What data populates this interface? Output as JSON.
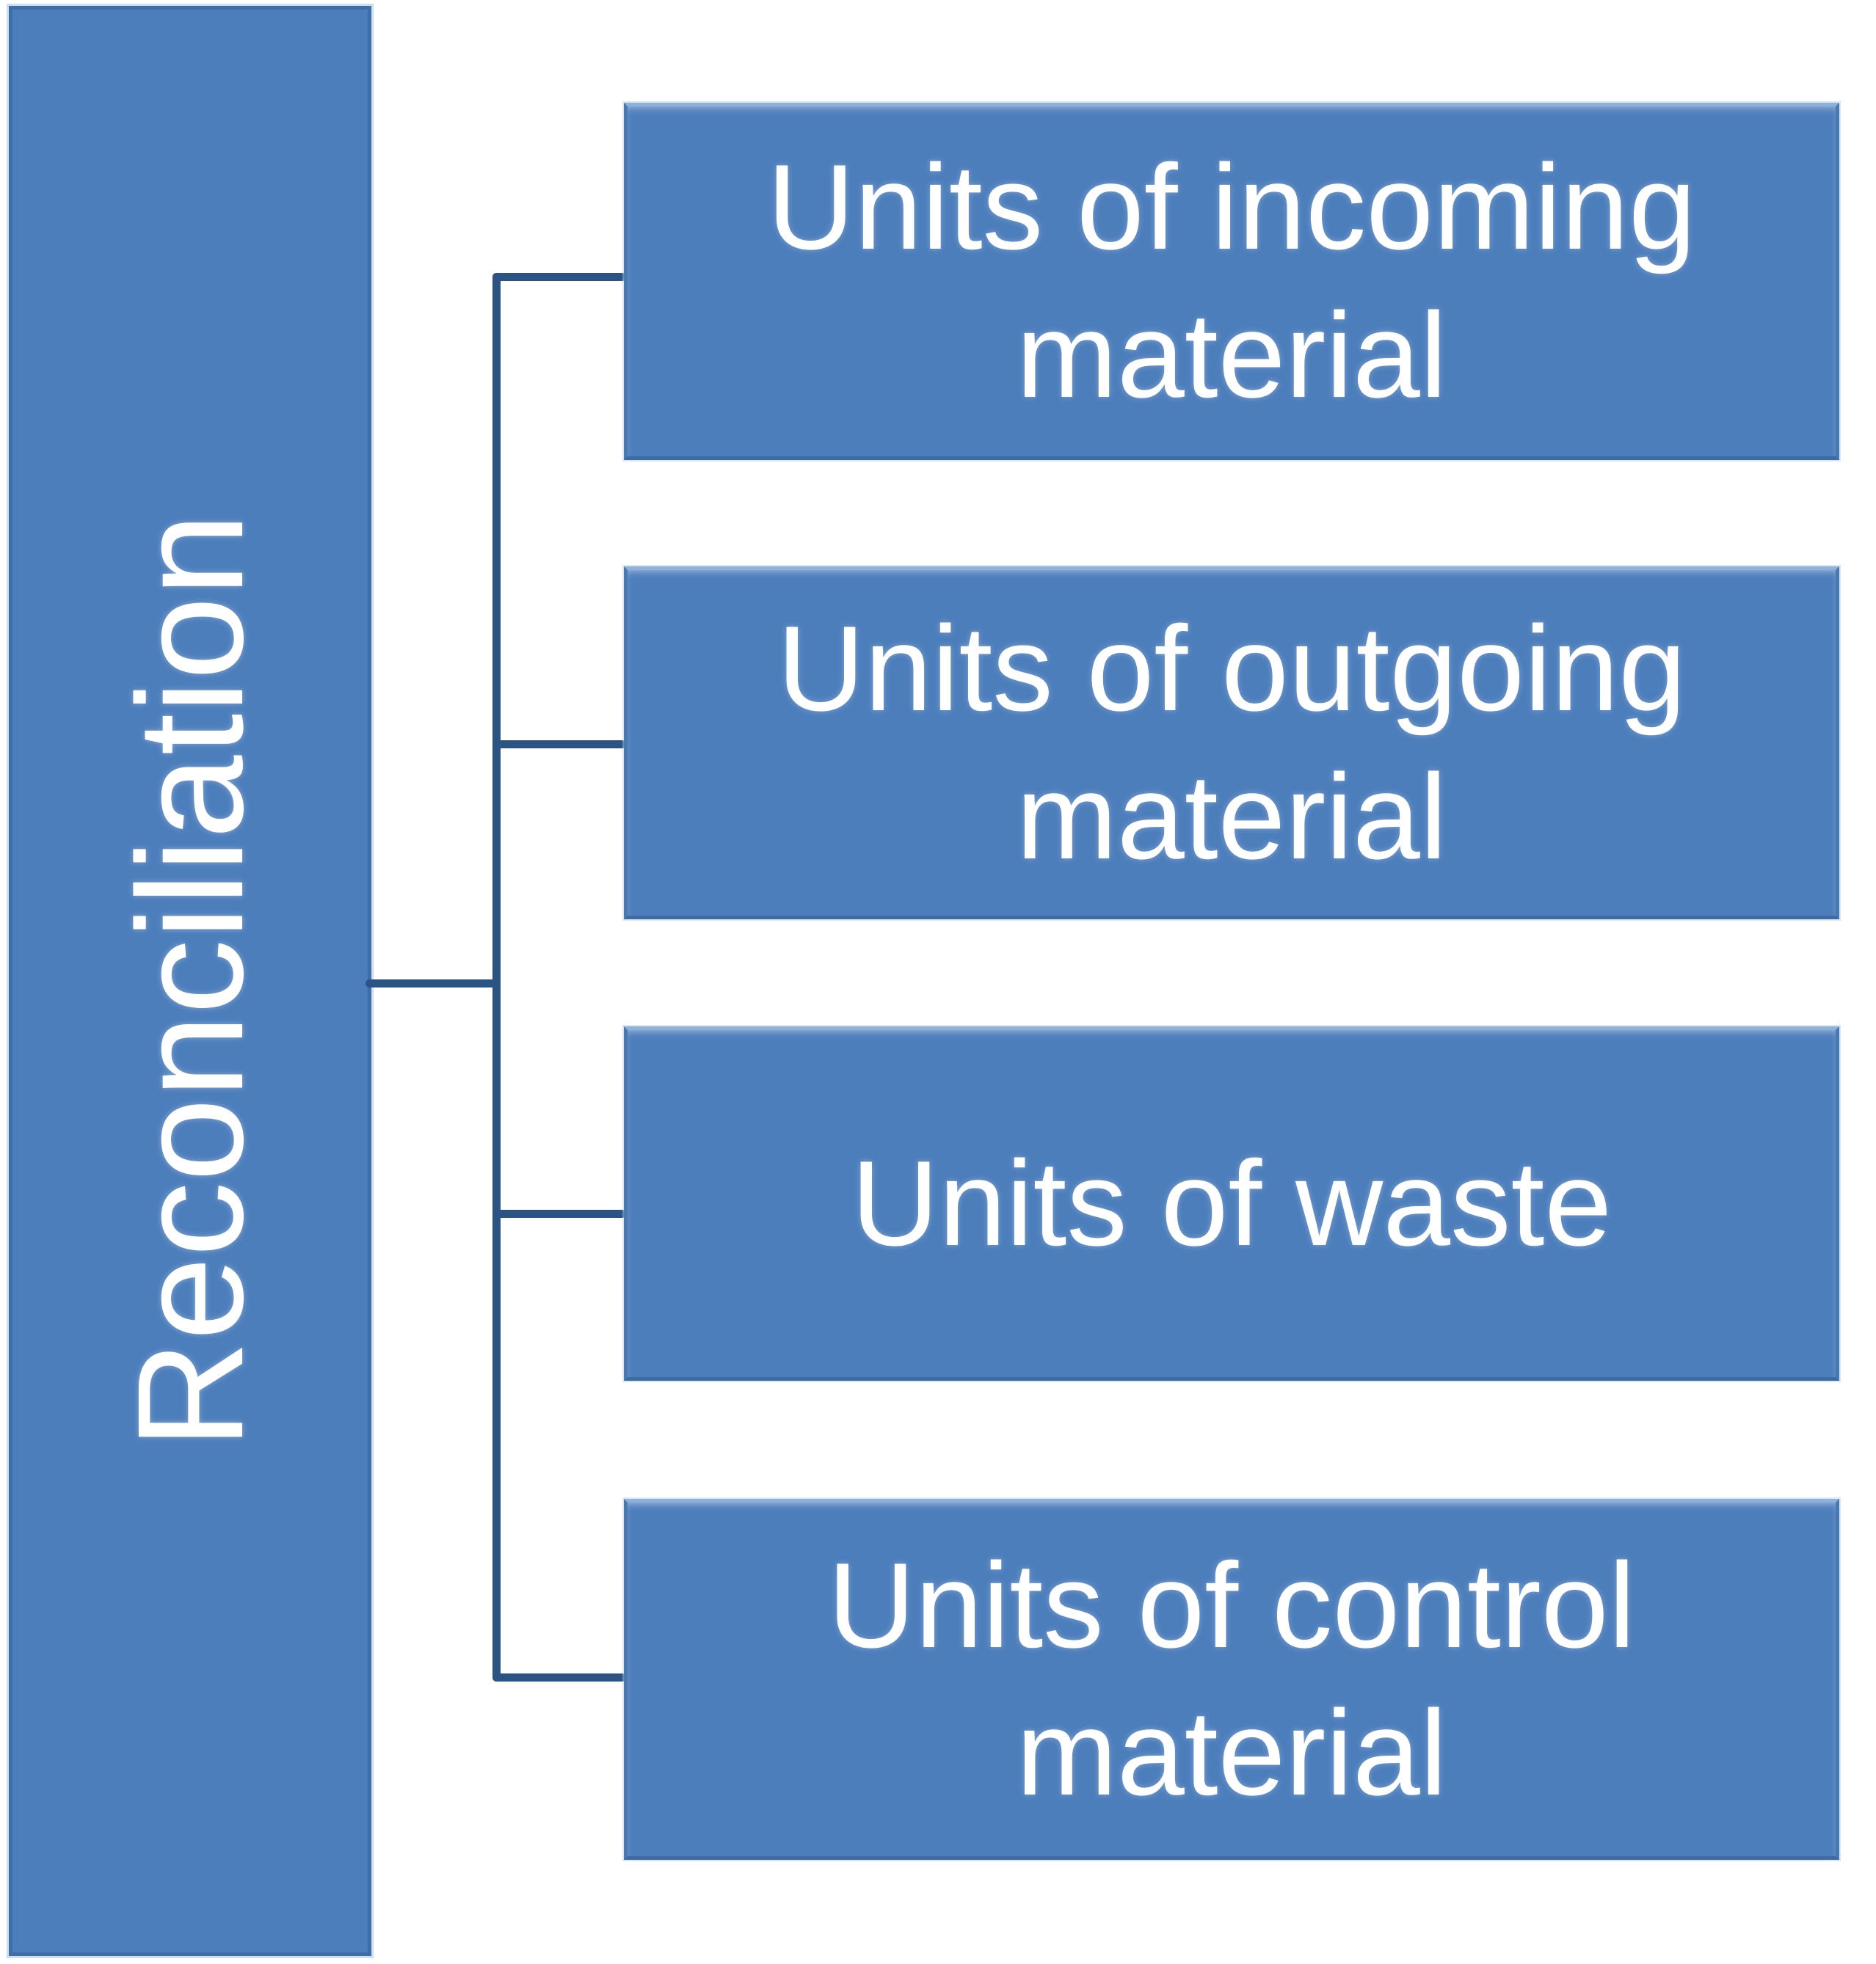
{
  "diagram": {
    "type": "hierarchy",
    "root": {
      "label": "Reconciliation"
    },
    "children": [
      {
        "label": "Units of incoming material"
      },
      {
        "label": "Units of outgoing material"
      },
      {
        "label": "Units of waste"
      },
      {
        "label": "Units of control material"
      }
    ],
    "colors": {
      "node_fill": "#4d7ebc",
      "node_border_dark": "#3f6ba4",
      "node_border_light": "#8fb0d8",
      "bar_border": "#3e6da8",
      "connector": "#2b5384",
      "text": "#ffffff",
      "background": "#ffffff"
    }
  }
}
